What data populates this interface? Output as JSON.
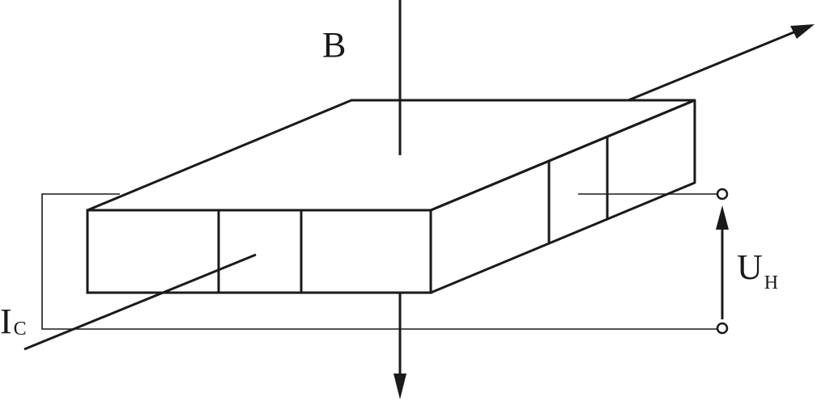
{
  "labels": {
    "magnetic_field": "B",
    "current_main": "I",
    "current_sub": "C",
    "voltage_main": "U",
    "voltage_sub": "H"
  },
  "colors": {
    "stroke": "#1a1a1a",
    "background": "#ffffff"
  }
}
